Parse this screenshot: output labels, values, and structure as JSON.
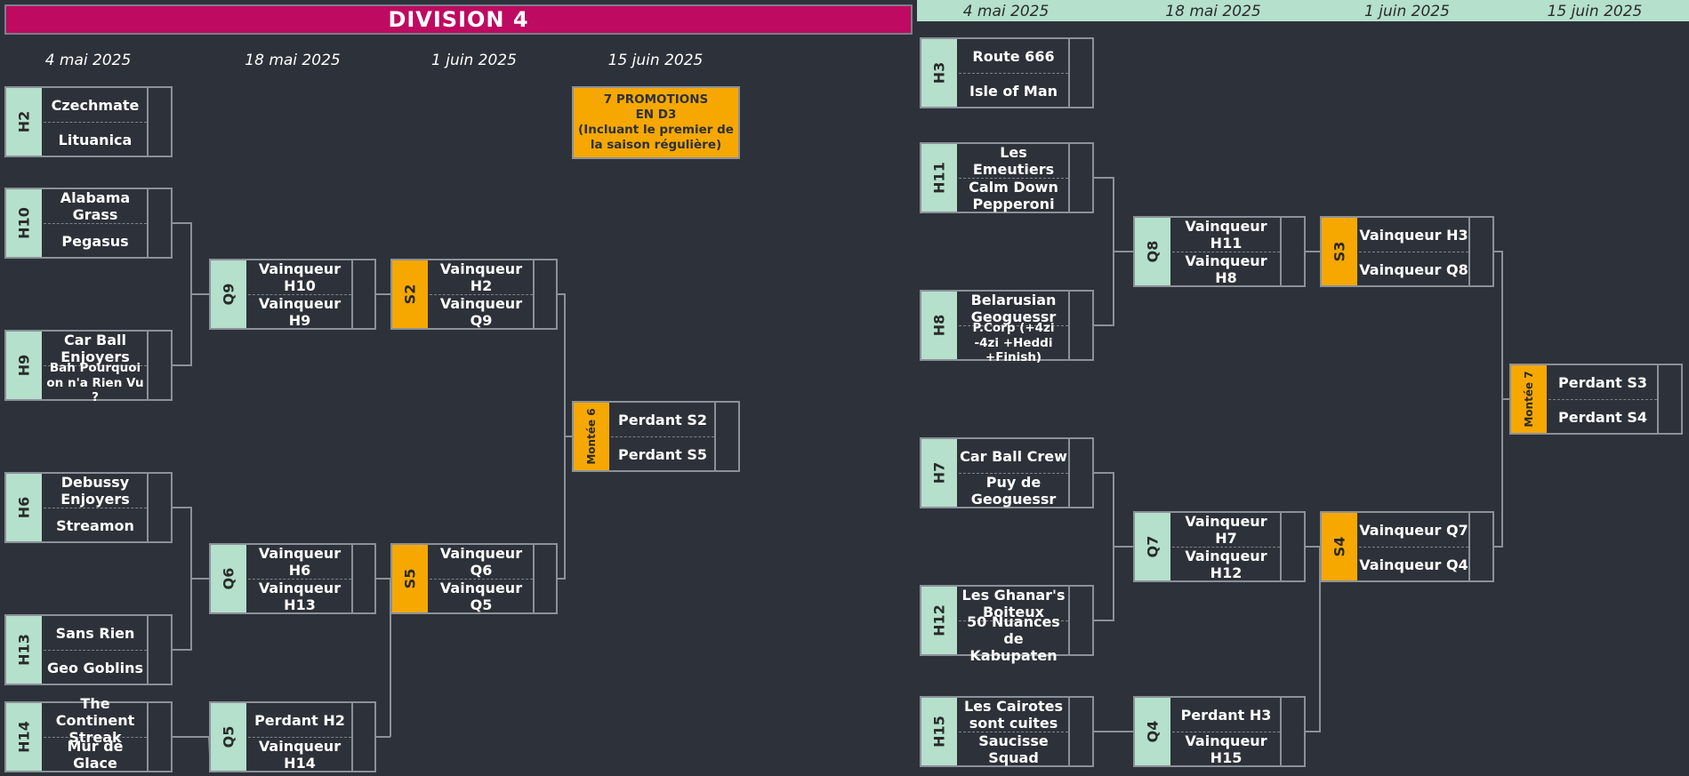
{
  "title": "DIVISION 4",
  "dates": [
    "4 mai 2025",
    "18 mai 2025",
    "1 juin 2025",
    "15 juin 2025"
  ],
  "note": [
    "7 PROMOTIONS",
    "EN D3",
    "(Incluant le premier de",
    "la saison régulière)"
  ],
  "matches": {
    "H2": {
      "label": "H2",
      "team1": "Czechmate",
      "team2": "Lituanica"
    },
    "H10": {
      "label": "H10",
      "team1": "Alabama Grass",
      "team2": "Pegasus"
    },
    "H9": {
      "label": "H9",
      "team1": "Car Ball Enjoyers",
      "team2": "Bah Pourquoi on n'a Rien Vu ?"
    },
    "H6": {
      "label": "H6",
      "team1": "Debussy Enjoyers",
      "team2": "Streamon"
    },
    "H13": {
      "label": "H13",
      "team1": "Sans Rien",
      "team2": "Geo Goblins"
    },
    "H14": {
      "label": "H14",
      "team1": "The Continent Streak",
      "team2": "Mur de Glace"
    },
    "Q9": {
      "label": "Q9",
      "team1": "Vainqueur H10",
      "team2": "Vainqueur H9"
    },
    "Q6": {
      "label": "Q6",
      "team1": "Vainqueur H6",
      "team2": "Vainqueur H13"
    },
    "Q5": {
      "label": "Q5",
      "team1": "Perdant H2",
      "team2": "Vainqueur H14"
    },
    "S2": {
      "label": "S2",
      "team1": "Vainqueur H2",
      "team2": "Vainqueur Q9"
    },
    "S5": {
      "label": "S5",
      "team1": "Vainqueur Q6",
      "team2": "Vainqueur Q5"
    },
    "M6": {
      "label": "Montée 6",
      "team1": "Perdant S2",
      "team2": "Perdant S5"
    },
    "H3": {
      "label": "H3",
      "team1": "Route 666",
      "team2": "Isle of Man"
    },
    "H11": {
      "label": "H11",
      "team1": "Les Emeutiers",
      "team2": "Calm Down Pepperoni"
    },
    "H8": {
      "label": "H8",
      "team1": "Belarusian Geoguessr",
      "team2": "P.Corp (+4zi -4zi +Heddi +Finish)"
    },
    "H7": {
      "label": "H7",
      "team1": "Car Ball Crew",
      "team2": "Puy de Geoguessr"
    },
    "H12": {
      "label": "H12",
      "team1": "Les Ghanar's Boiteux",
      "team2": "50 Nuances de Kabupaten"
    },
    "H15": {
      "label": "H15",
      "team1": "Les Cairotes sont cuites",
      "team2": "Saucisse Squad"
    },
    "Q8": {
      "label": "Q8",
      "team1": "Vainqueur H11",
      "team2": "Vainqueur H8"
    },
    "Q7": {
      "label": "Q7",
      "team1": "Vainqueur H7",
      "team2": "Vainqueur H12"
    },
    "Q4": {
      "label": "Q4",
      "team1": "Perdant H3",
      "team2": "Vainqueur H15"
    },
    "S3": {
      "label": "S3",
      "team1": "Vainqueur H3",
      "team2": "Vainqueur Q8"
    },
    "S4": {
      "label": "S4",
      "team1": "Vainqueur Q7",
      "team2": "Vainqueur Q4"
    },
    "M7": {
      "label": "Montée 7",
      "team1": "Perdant S3",
      "team2": "Perdant S4"
    }
  },
  "colors": {
    "background": "#2d3139",
    "header": "#be0a60",
    "mint": "#b4e0cc",
    "orange": "#f6a800",
    "line": "#8c9098"
  }
}
